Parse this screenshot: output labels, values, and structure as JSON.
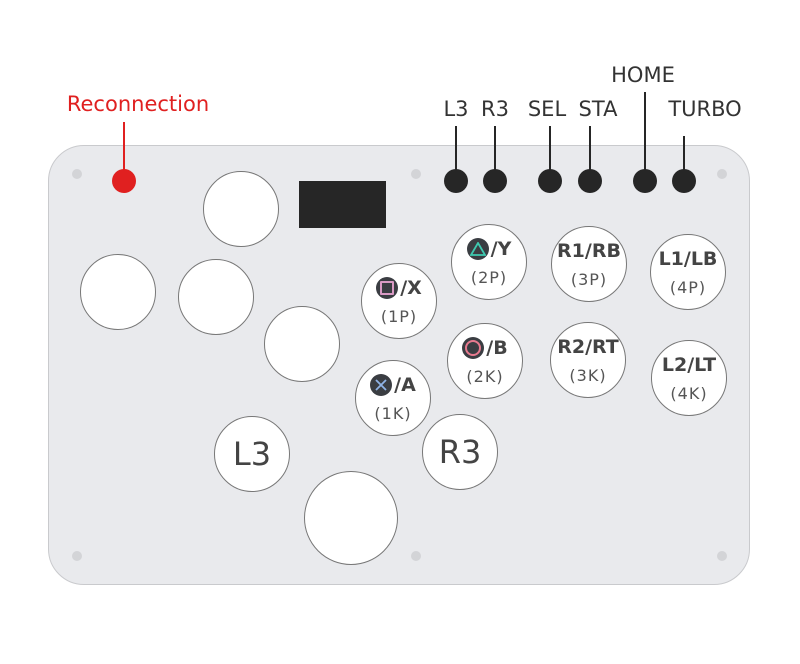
{
  "labels": {
    "reconnection": "Reconnection",
    "l3": "L3",
    "r3": "R3",
    "sel": "SEL",
    "sta": "STA",
    "home": "HOME",
    "turbo": "TURBO"
  },
  "buttons": {
    "square": {
      "main": "/X",
      "sub": "(1P)"
    },
    "triangle": {
      "main": "/Y",
      "sub": "(2P)"
    },
    "r1": {
      "main": "R1/RB",
      "sub": "(3P)"
    },
    "l1": {
      "main": "L1/LB",
      "sub": "(4P)"
    },
    "cross": {
      "main": "/A",
      "sub": "(1K)"
    },
    "circle": {
      "main": "/B",
      "sub": "(2K)"
    },
    "r2": {
      "main": "R2/RT",
      "sub": "(3K)"
    },
    "l2": {
      "main": "L2/LT",
      "sub": "(4K)"
    },
    "l3": "L3",
    "r3": "R3"
  },
  "colors": {
    "reconnection": "#e02020",
    "board": "#e9eaed"
  }
}
